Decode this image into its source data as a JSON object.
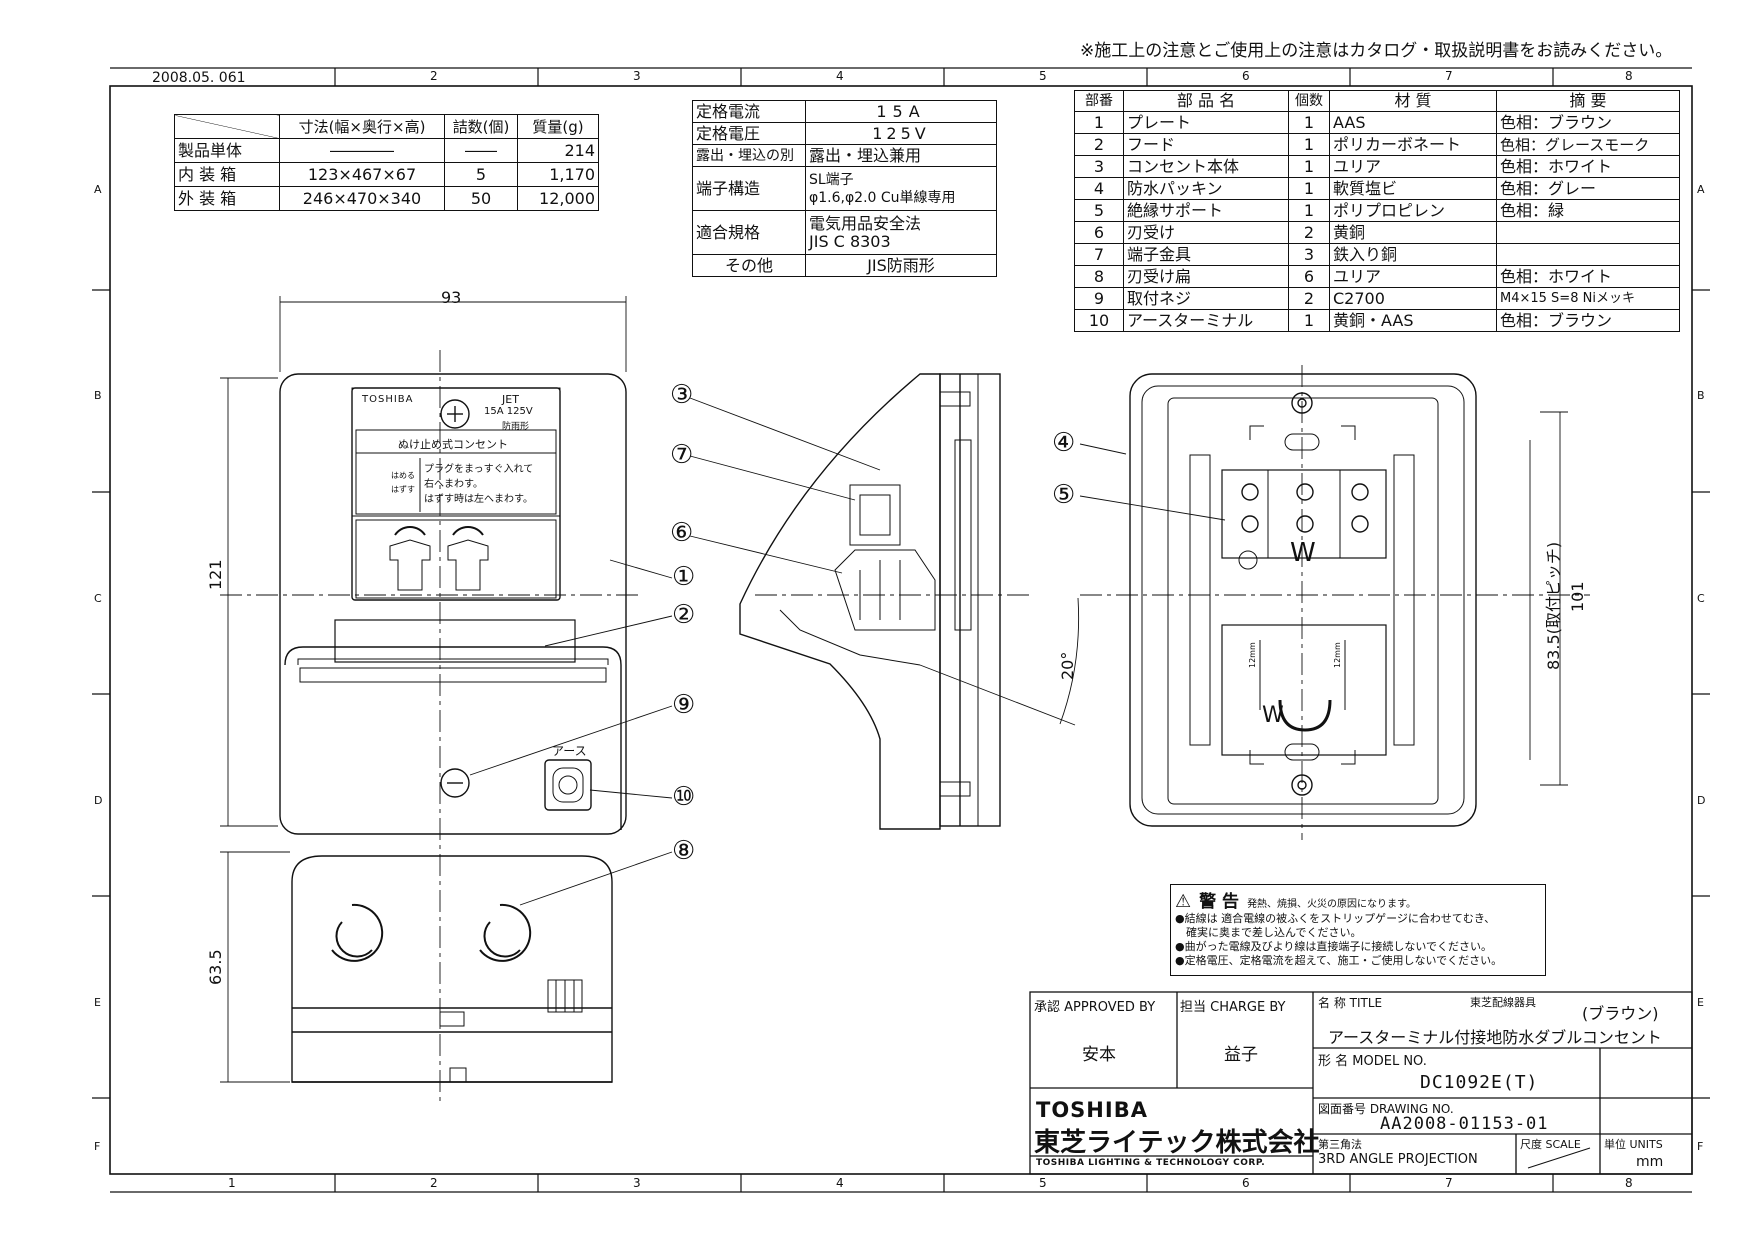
{
  "header": {
    "notice": "※施工上の注意とご使用上の注意はカタログ・取扱説明書をお読みください。",
    "date_code": "2008.05.  061"
  },
  "border": {
    "cols": [
      "1",
      "2",
      "3",
      "4",
      "5",
      "6",
      "7",
      "8"
    ],
    "rows": [
      "A",
      "B",
      "C",
      "D",
      "E",
      "F"
    ]
  },
  "pack_table": {
    "headers": [
      "",
      "寸法(幅×奥行×高)",
      "詰数(個)",
      "質量(g)"
    ],
    "rows": [
      [
        "製品単体",
        "――――",
        "――",
        "214"
      ],
      [
        "内 装 箱",
        "123×467×67",
        "5",
        "1,170"
      ],
      [
        "外 装 箱",
        "246×470×340",
        "50",
        "12,000"
      ]
    ]
  },
  "spec_table": {
    "rows": [
      [
        "定格電流",
        "15A"
      ],
      [
        "定格電圧",
        "125V"
      ],
      [
        "露出・埋込の別",
        "露出・埋込兼用"
      ],
      [
        "端子構造",
        "SL端子\nφ1.6,φ2.0 Cu単線専用"
      ],
      [
        "適合規格",
        "電気用品安全法\nJIS C 8303"
      ],
      [
        "その他",
        "JIS防雨形"
      ]
    ]
  },
  "parts_table": {
    "headers": [
      "部番",
      "部 品 名",
      "個数",
      "材 質",
      "摘 要"
    ],
    "rows": [
      [
        "1",
        "プレート",
        "1",
        "AAS",
        "色相：ブラウン"
      ],
      [
        "2",
        "フード",
        "1",
        "ポリカーボネート",
        "色相：グレースモーク"
      ],
      [
        "3",
        "コンセント本体",
        "1",
        "ユリア",
        "色相：ホワイト"
      ],
      [
        "4",
        "防水パッキン",
        "1",
        "軟質塩ビ",
        "色相：グレー"
      ],
      [
        "5",
        "絶縁サポート",
        "1",
        "ポリプロピレン",
        "色相：緑"
      ],
      [
        "6",
        "刃受け",
        "2",
        "黄銅",
        ""
      ],
      [
        "7",
        "端子金具",
        "3",
        "鉄入り銅",
        ""
      ],
      [
        "8",
        "刃受け扁",
        "6",
        "ユリア",
        "色相：ホワイト"
      ],
      [
        "9",
        "取付ネジ",
        "2",
        "C2700",
        "M4×15 S=8 Niメッキ"
      ],
      [
        "10",
        "アースターミナル",
        "1",
        "黄銅・AAS",
        "色相：ブラウン"
      ]
    ]
  },
  "drawing": {
    "dim_width": "93",
    "dim_height": "121",
    "dim_bottom": "63.5",
    "dim_pitch": "83.5(取付ピッチ)",
    "dim_right": "101",
    "angle": "20°",
    "label_earth": "アース",
    "front_brand": "TOSHIBA",
    "front_jet": "JET",
    "front_rating": "15A 125V",
    "front_rain": "防雨形",
    "front_title": "ぬけ止め式コンセント",
    "front_hameru": "はめる",
    "front_hazusu": "はずす",
    "front_inst1": "プラグをまっすぐ入れて",
    "front_inst2": "右へまわす。",
    "front_inst3": "はずす時は左へまわす。",
    "w_mark": "W",
    "mm12a": "12mm",
    "mm12b": "12mm",
    "callouts": [
      "①",
      "②",
      "③",
      "④",
      "⑤",
      "⑥",
      "⑦",
      "⑧",
      "⑨",
      "⑩"
    ]
  },
  "warning": {
    "title": "警 告",
    "subtitle": "発熱、焼損、火災の原因になります。",
    "lines": [
      "●結線は 適合電線の被ふくをストリップゲージに合わせてむき、",
      "　確実に奥まで差し込んでください。",
      "●曲がった電線及びより線は直接端子に接続しないでください。",
      "●定格電圧、定格電流を超えて、施工・ご使用しないでください。"
    ]
  },
  "title_block": {
    "approved_label": "承認 APPROVED BY",
    "charge_label": "担当 CHARGE BY",
    "approved_name": "安本",
    "charge_name": "益子",
    "title_label": "名 称 TITLE",
    "title_company": "東芝配線器具",
    "title_color": "(ブラウン)",
    "title_name": "アースターミナル付接地防水ダブルコンセント",
    "model_label": "形 名 MODEL NO.",
    "model_value": "DC1092E(T)",
    "drawing_label": "図面番号 DRAWING NO.",
    "drawing_value": "AA2008-01153-01",
    "angle_label": "第三角法",
    "angle_value": "3RD ANGLE PROJECTION",
    "scale_label": "尺度 SCALE",
    "units_label": "単位 UNITS",
    "units_value": "mm",
    "brand": "TOSHIBA",
    "company_jp": "東芝ライテック株式会社",
    "company_en": "TOSHIBA LIGHTING & TECHNOLOGY CORP."
  }
}
